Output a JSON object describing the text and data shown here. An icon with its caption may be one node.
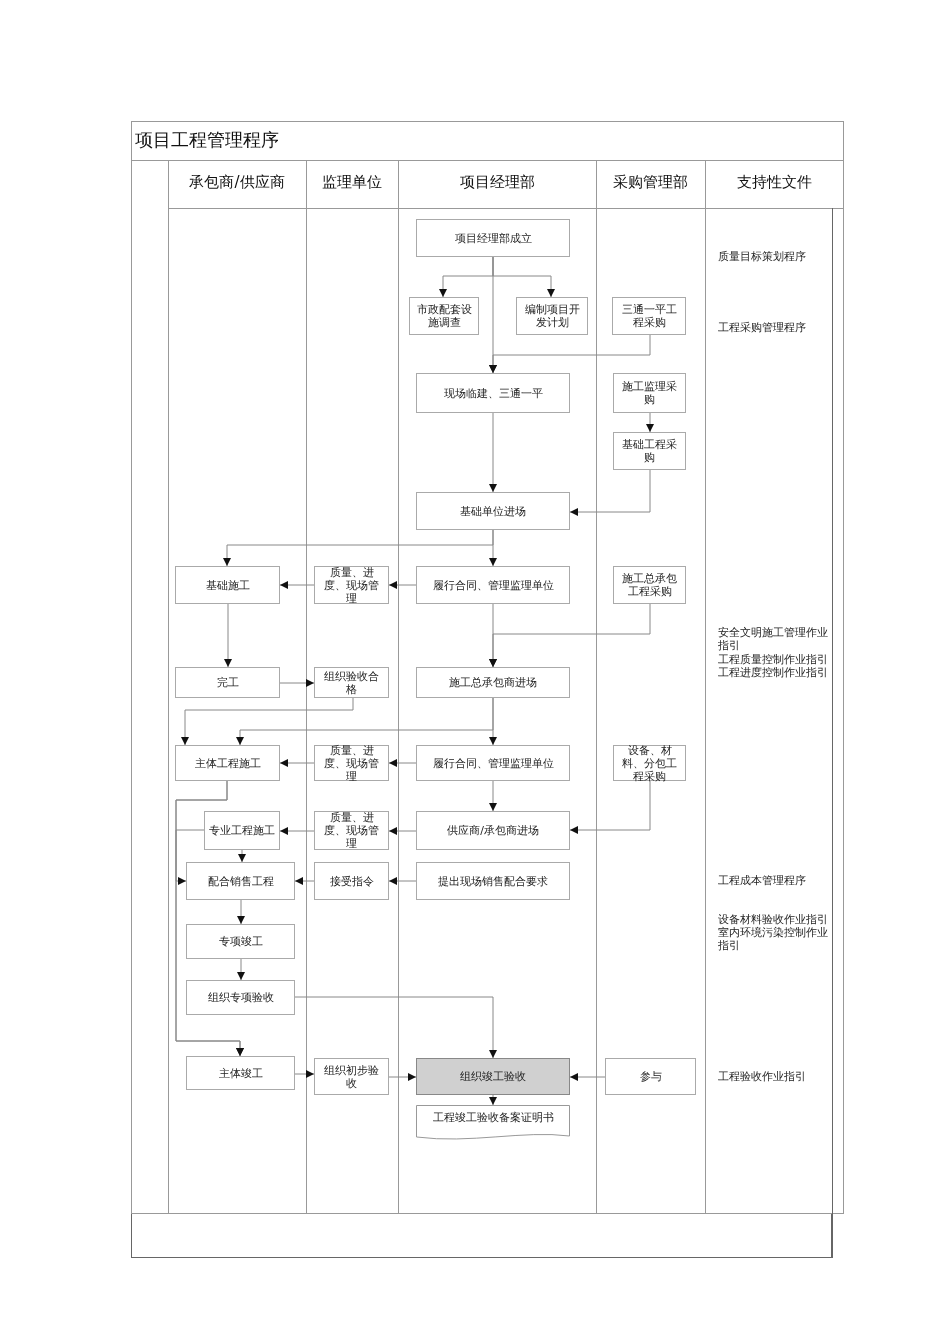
{
  "diagram": {
    "title": "项目工程管理程序",
    "nodes": [
      {
        "text": [
          "项目经理部成立"
        ]
      },
      {
        "text": [
          "市政配套设施调查"
        ]
      },
      {
        "text": [
          "编制项目开发计划"
        ]
      },
      {
        "text": [
          "三通一平工程采购"
        ]
      },
      {
        "text": [
          "现场临建、三通一平"
        ]
      },
      {
        "text": [
          "施工监理采购"
        ]
      },
      {
        "text": [
          "基础工程采购"
        ]
      },
      {
        "text": [
          "基础单位进场"
        ]
      },
      {
        "text": [
          "基础施工"
        ]
      },
      {
        "text": [
          "质量、进度、现场管理"
        ]
      },
      {
        "text": [
          "履行合同、管理监理单位"
        ]
      },
      {
        "text": [
          "施工总承包工程采购"
        ]
      },
      {
        "text": [
          "完工"
        ]
      },
      {
        "text": [
          "组织验收合格"
        ]
      },
      {
        "text": [
          "施工总承包商进场"
        ]
      },
      {
        "text": [
          "主体工程施工"
        ]
      },
      {
        "text": [
          "质量、进度、现场管理"
        ]
      },
      {
        "text": [
          "履行合同、管理监理单位"
        ]
      },
      {
        "text": [
          "设备、材料、分包工程采购"
        ]
      },
      {
        "text": [
          "专业工程施工"
        ]
      },
      {
        "text": [
          "质量、进度、现场管理"
        ]
      },
      {
        "text": [
          "供应商/承包商进场"
        ]
      },
      {
        "text": [
          "配合销售工程"
        ]
      },
      {
        "text": [
          "接受指令"
        ]
      },
      {
        "text": [
          "提出现场销售配合要求"
        ]
      },
      {
        "text": [
          "专项竣工"
        ]
      },
      {
        "text": [
          "组织专项验收"
        ]
      },
      {
        "text": [
          "主体竣工"
        ]
      },
      {
        "text": [
          "组织初步验收"
        ]
      },
      {
        "text": [
          "组织竣工验收"
        ]
      },
      {
        "text": [
          "参与"
        ]
      },
      {
        "text": [
          "工程竣工验收备案证明书"
        ]
      }
    ],
    "edges": [
      {
        "from": 0,
        "to": 1,
        "arrow": "to"
      },
      {
        "from": 0,
        "to": 2,
        "arrow": "to"
      },
      {
        "from": 0,
        "to": 4,
        "arrow": "to"
      },
      {
        "from": 3,
        "to": 4,
        "arrow": "to"
      },
      {
        "from": 4,
        "to": 7,
        "arrow": "to"
      },
      {
        "from": 5,
        "to": 6,
        "arrow": "to"
      },
      {
        "from": 6,
        "to": 7,
        "arrow": "to"
      },
      {
        "from": 7,
        "to": 8,
        "arrow": "to"
      },
      {
        "from": 7,
        "to": 10,
        "arrow": "to"
      },
      {
        "from": 10,
        "to": 9,
        "arrow": "to"
      },
      {
        "from": 9,
        "to": 8,
        "arrow": "to"
      },
      {
        "from": 8,
        "to": 12,
        "arrow": "to"
      },
      {
        "from": 10,
        "to": 14,
        "arrow": "to"
      },
      {
        "from": 11,
        "to": 14,
        "arrow": "to"
      },
      {
        "from": 12,
        "to": 13,
        "arrow": "to"
      },
      {
        "from": 13,
        "to": 15,
        "arrow": "to"
      },
      {
        "from": 14,
        "to": 15,
        "arrow": "to"
      },
      {
        "from": 14,
        "to": 17,
        "arrow": "to"
      },
      {
        "from": 17,
        "to": 16,
        "arrow": "to"
      },
      {
        "from": 16,
        "to": 15,
        "arrow": "to"
      },
      {
        "from": 17,
        "to": 21,
        "arrow": "to"
      },
      {
        "from": 18,
        "to": 21,
        "arrow": "to"
      },
      {
        "from": 21,
        "to": 20,
        "arrow": "to"
      },
      {
        "from": 20,
        "to": 19,
        "arrow": "to"
      },
      {
        "from": 15,
        "to": 22,
        "arrow": "to"
      },
      {
        "from": 15,
        "to": 27,
        "arrow": "to"
      },
      {
        "from": 19,
        "to": 27,
        "arrow": "to"
      },
      {
        "from": 19,
        "to": 22,
        "arrow": "to"
      },
      {
        "from": 24,
        "to": 23,
        "arrow": "to"
      },
      {
        "from": 23,
        "to": 22,
        "arrow": "to"
      },
      {
        "from": 22,
        "to": 25,
        "arrow": "to"
      },
      {
        "from": 25,
        "to": 26,
        "arrow": "to"
      },
      {
        "from": 26,
        "to": 29,
        "arrow": "to"
      },
      {
        "from": 27,
        "to": 28,
        "arrow": "to"
      },
      {
        "from": 28,
        "to": 29,
        "arrow": "to"
      },
      {
        "from": 30,
        "to": 29,
        "arrow": "to"
      },
      {
        "from": 29,
        "to": 31,
        "arrow": "to"
      }
    ],
    "labels": [
      "承包商/供应商",
      "监理单位",
      "项目经理部",
      "采购管理部",
      "支持性文件",
      "质量目标策划程序",
      "工程采购管理程序",
      "安全文明施工管理作业指引",
      "工程质量控制作业指引",
      "工程进度控制作业指引",
      "工程成本管理程序",
      "设备材料验收作业指引",
      "室内环境污染控制作业指引",
      "工程验收作业指引"
    ]
  }
}
